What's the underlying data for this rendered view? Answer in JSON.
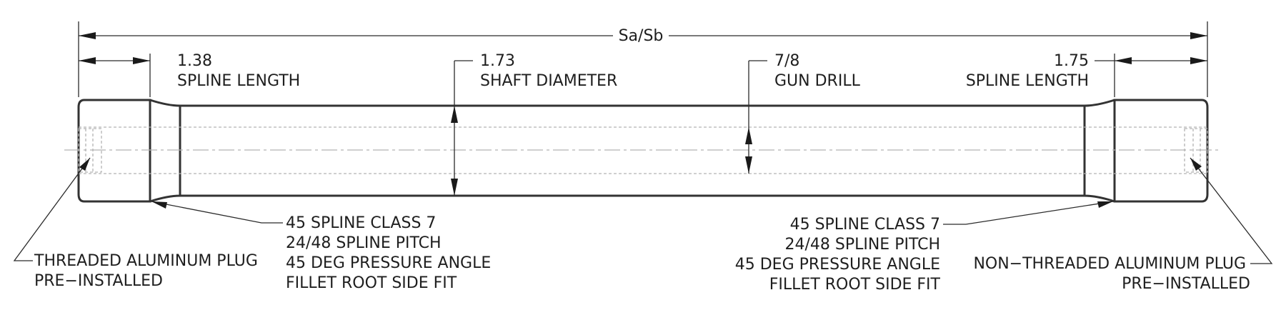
{
  "dimensions": {
    "overall_length": "Sa/Sb",
    "left_spline": {
      "value": "1.38",
      "label": "SPLINE LENGTH"
    },
    "shaft_diameter": {
      "value": "1.73",
      "label": "SHAFT DIAMETER"
    },
    "gun_drill": {
      "value": "7/8",
      "label": "GUN DRILL"
    },
    "right_spline": {
      "value": "1.75",
      "label": "SPLINE LENGTH"
    }
  },
  "notes": {
    "left_plug": [
      "THREADED ALUMINUM PLUG",
      "PRE−INSTALLED"
    ],
    "left_spline_spec": [
      "45 SPLINE CLASS 7",
      "24/48 SPLINE PITCH",
      "45 DEG PRESSURE ANGLE",
      "FILLET ROOT SIDE FIT"
    ],
    "right_spline_spec": [
      "45 SPLINE CLASS 7",
      "24/48 SPLINE PITCH",
      "45 DEG PRESSURE ANGLE",
      "FILLET ROOT SIDE FIT"
    ],
    "right_plug": [
      "NON−THREADED ALUMINUM PLUG",
      "PRE−INSTALLED"
    ]
  }
}
